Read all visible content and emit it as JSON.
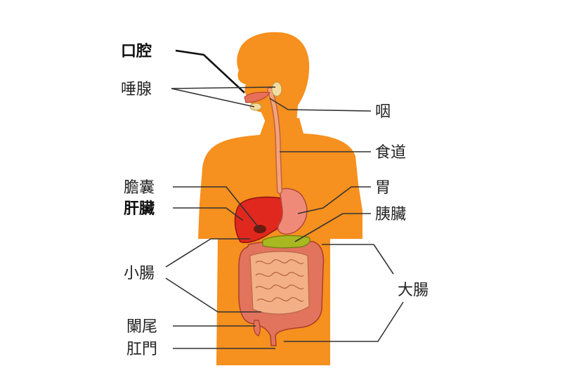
{
  "labels": {
    "mouth": "口腔",
    "salivary_glands": "唾腺",
    "pharynx": "咽",
    "esophagus": "食道",
    "gallbladder": "膽囊",
    "stomach": "胃",
    "liver": "肝臟",
    "pancreas": "胰臟",
    "small_intestine": "小腸",
    "large_intestine": "大腸",
    "appendix": "闌尾",
    "anus": "肛門"
  },
  "colors": {
    "body": "#f6901e",
    "liver": "#e0281e",
    "stomach": "#f08a78",
    "pancreas": "#a8b820",
    "small_intestine": "#f3b086",
    "large_intestine": "#e2735d",
    "esophagus": "#f4a47c",
    "salivary": "#f2dca0"
  }
}
